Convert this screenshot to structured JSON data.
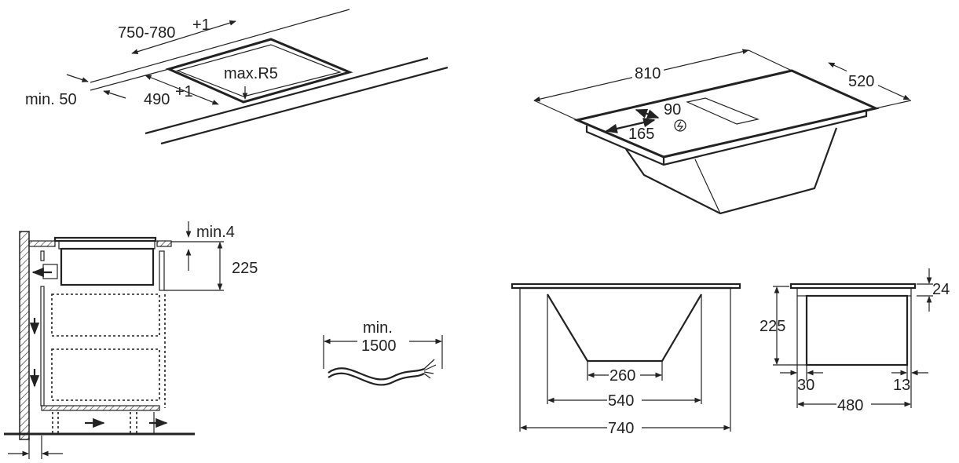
{
  "cutout": {
    "width": "750-780",
    "width_tol": "+1",
    "depth": "490",
    "depth_tol": "+1",
    "radius": "max.R5",
    "edge": "min. 50"
  },
  "hob_iso": {
    "width": "810",
    "depth": "520",
    "conn_a": "90",
    "conn_b": "165",
    "power_icon": "lightning-circle-icon"
  },
  "cabinet": {
    "gap": "min.4",
    "height": "225"
  },
  "cable": {
    "label1": "min.",
    "length": "1500"
  },
  "front_view": {
    "w1": "260",
    "w2": "540",
    "w3": "740"
  },
  "side_view": {
    "height": "225",
    "plate": "24",
    "left": "30",
    "right": "13",
    "width": "480"
  }
}
